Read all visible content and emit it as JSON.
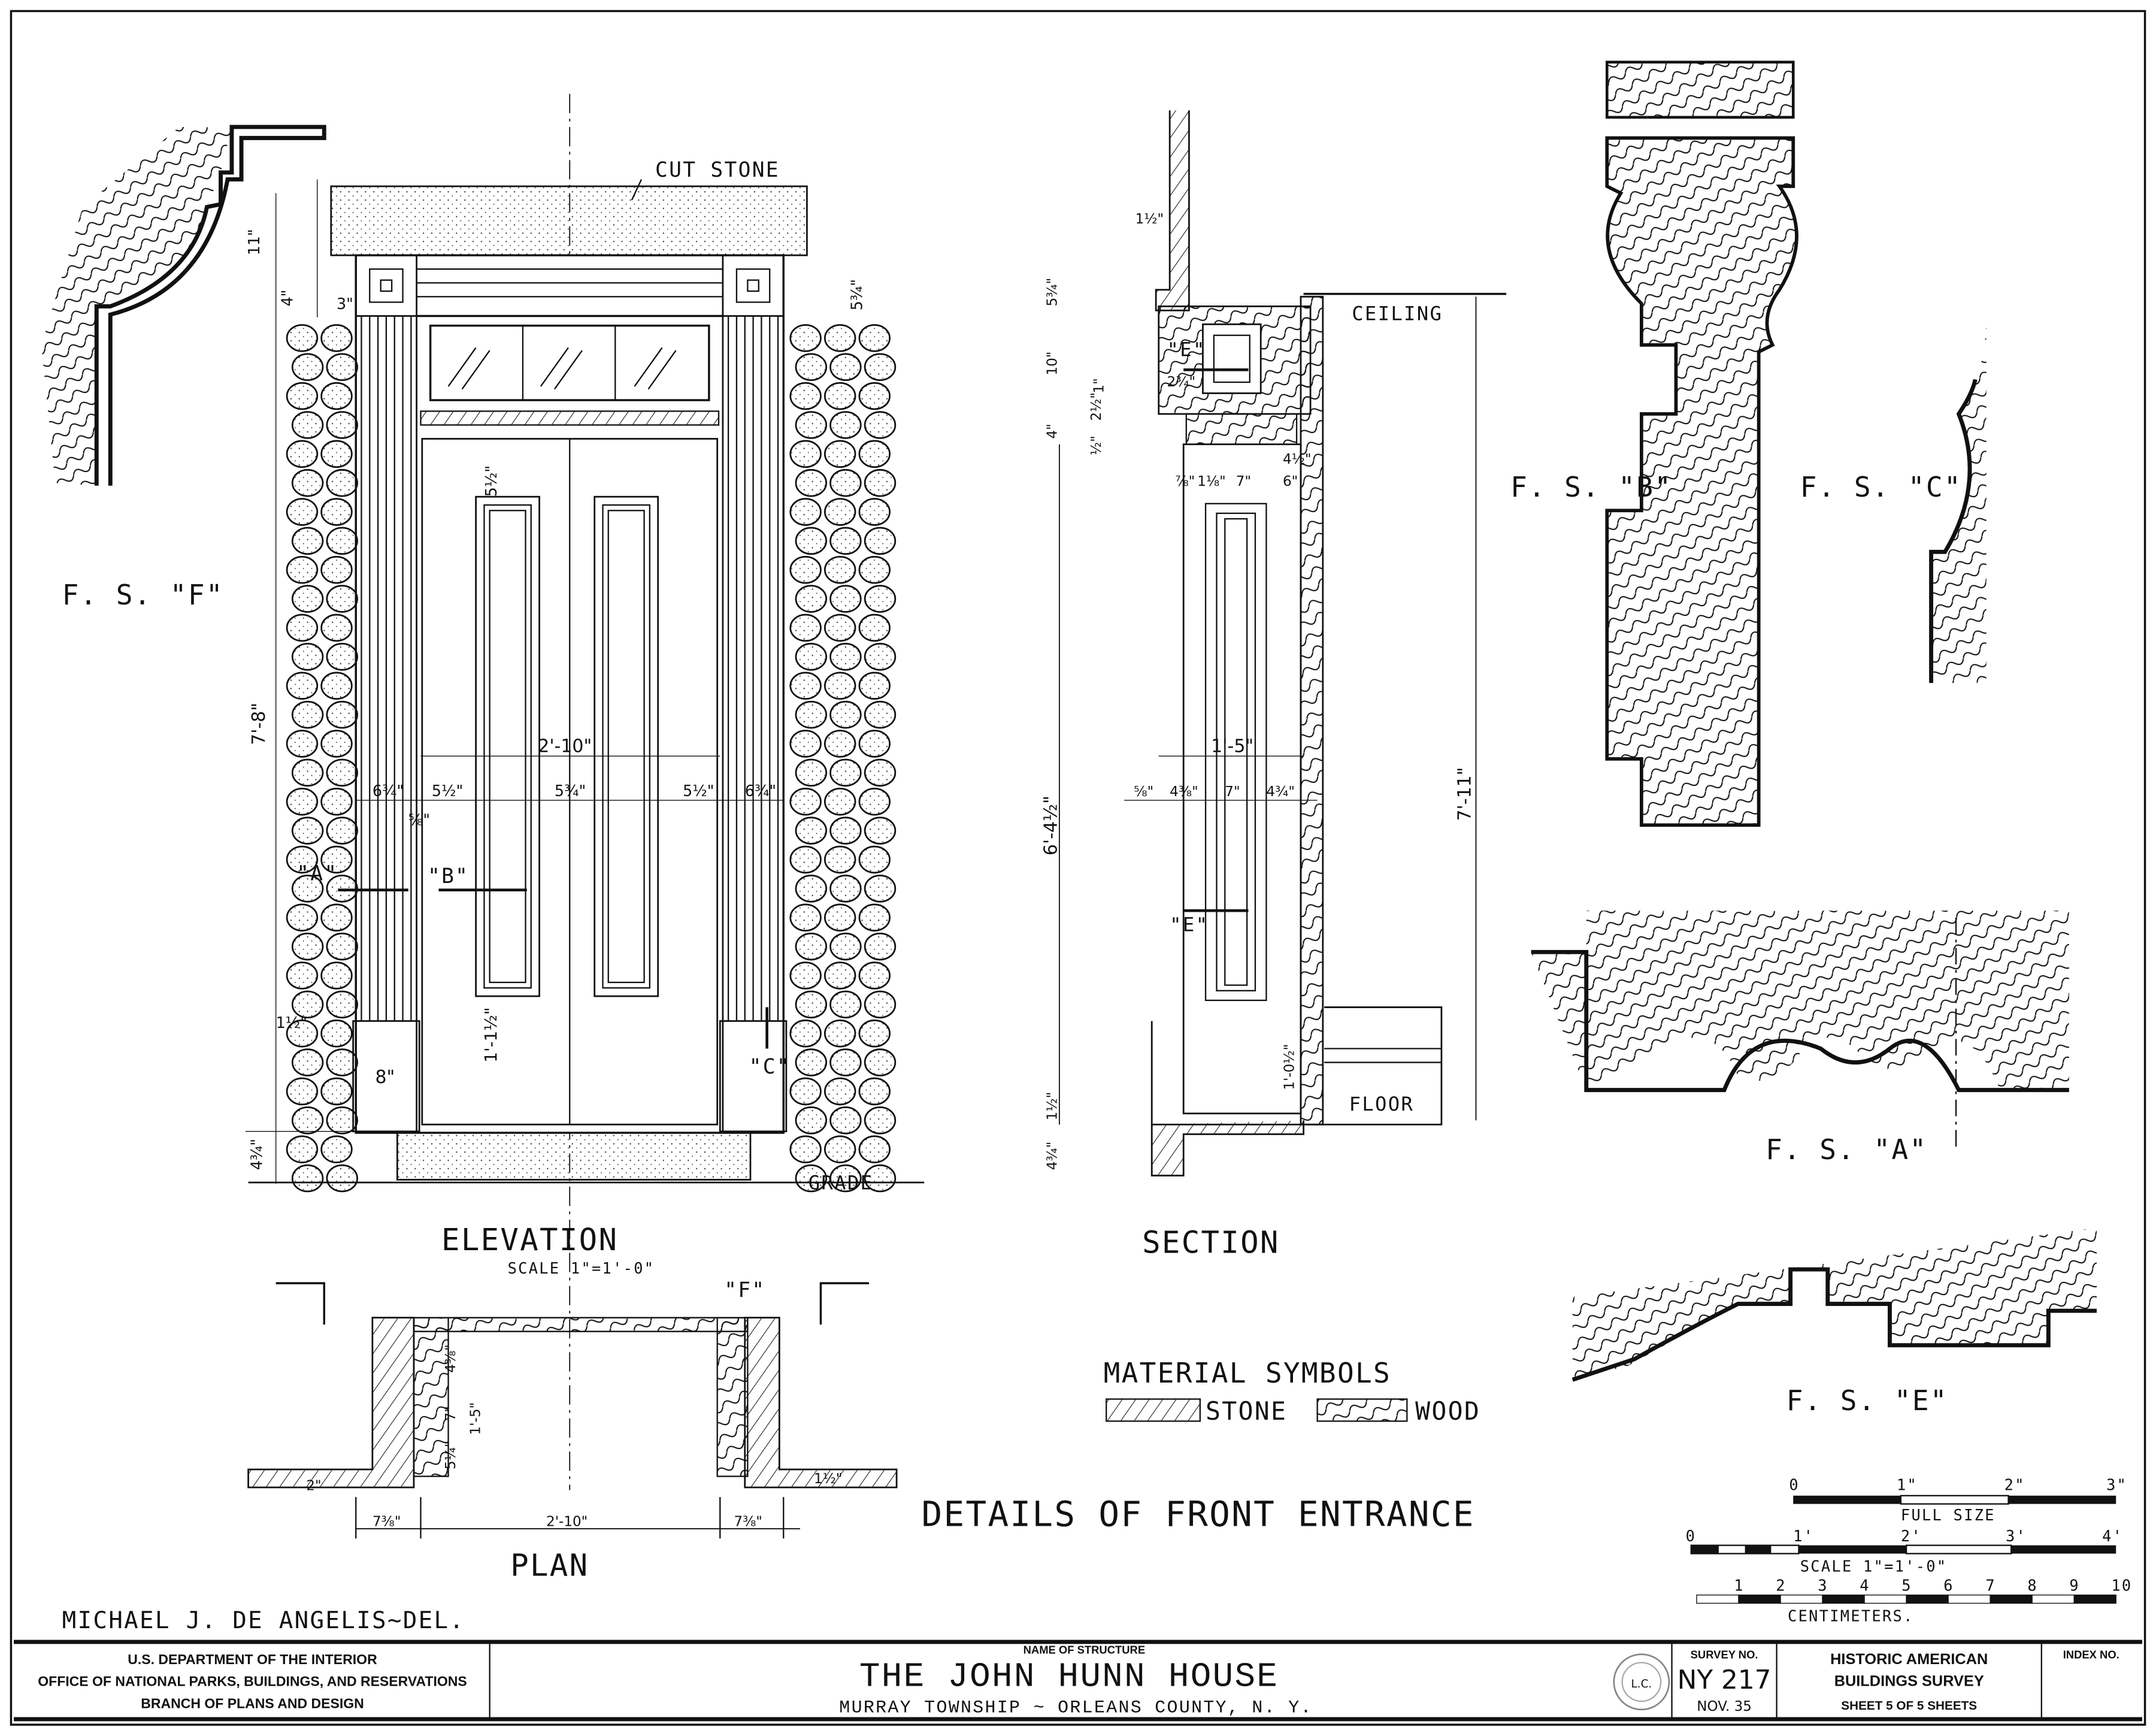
{
  "drawing": {
    "title": "DETAILS OF FRONT ENTRANCE",
    "delineator": "MICHAEL J. DE ANGELIS~DEL.",
    "views": {
      "elevation": {
        "label": "ELEVATION",
        "scale": "SCALE 1\"=1'-0\"",
        "cut_stone": "CUT STONE",
        "grade": "GRADE"
      },
      "section": {
        "label": "SECTION",
        "ceiling": "CEILING",
        "floor": "FLOOR"
      },
      "plan": {
        "label": "PLAN"
      }
    },
    "details": [
      "F. S. \"F\"",
      "F. S. \"B\"",
      "F. S. \"C\"",
      "F. S. \"A\"",
      "F. S. \"E\""
    ],
    "section_marks": [
      "\"A\"",
      "\"B\"",
      "\"C\"",
      "\"E\"",
      "\"E\"",
      "\"F\""
    ],
    "dimensions": {
      "elevation": [
        "11\"",
        "4\"",
        "3\"",
        "5¾\"",
        "7'-8\"",
        "2'-10\"",
        "6¾\"",
        "5½\"",
        "5¾\"",
        "5½\"",
        "6¾\"",
        "5½\"",
        "1½\"",
        "8\"",
        "1'-1½\"",
        "4¾\"",
        "⅝\""
      ],
      "section": [
        "1½\"",
        "5¾\"",
        "10\"",
        "2¾\"",
        "4\"",
        "2½\"",
        "1\"",
        "½\"",
        "⅞\"",
        "1⅛\"",
        "7\"",
        "4½\"",
        "6\"",
        "6'-4½\"",
        "7'-11\"",
        "1'-5\"",
        "⅝\"",
        "4⅜\"",
        "7\"",
        "4¾\"",
        "1'-0½\"",
        "1½\"",
        "4¾\""
      ],
      "plan": [
        "4⅜\"",
        "7\"",
        "1'-5\"",
        "5¼\"",
        "2\"",
        "1½\"",
        "7⅜\"",
        "2'-10\"",
        "7⅜\""
      ]
    },
    "material_symbols": {
      "title": "MATERIAL SYMBOLS",
      "items": [
        "STONE",
        "WOOD"
      ]
    },
    "scales": {
      "full_size": {
        "ticks": [
          "0",
          "1\"",
          "2\"",
          "3\""
        ],
        "label": "FULL SIZE"
      },
      "feet": {
        "ticks": [
          "0",
          "1'",
          "2'",
          "3'",
          "4'"
        ],
        "label": "SCALE 1\"=1'-0\""
      },
      "centimeters": {
        "ticks": [
          "1",
          "2",
          "3",
          "4",
          "5",
          "6",
          "7",
          "8",
          "9",
          "10"
        ],
        "label": "CENTIMETERS."
      }
    }
  },
  "title_block": {
    "agency": [
      "U.S. DEPARTMENT OF THE INTERIOR",
      "OFFICE OF NATIONAL PARKS, BUILDINGS, AND RESERVATIONS",
      "BRANCH OF PLANS AND DESIGN"
    ],
    "name_label": "NAME OF STRUCTURE",
    "structure_name": "THE JOHN HUNN HOUSE",
    "location": "MURRAY TOWNSHIP ~ ORLEANS COUNTY, N. Y.",
    "survey_label": "SURVEY NO.",
    "survey_no": "NY 217",
    "date": "NOV. 35",
    "program": [
      "HISTORIC AMERICAN",
      "BUILDINGS SURVEY"
    ],
    "sheet": "SHEET 5 OF 5 SHEETS",
    "index_label": "INDEX NO.",
    "seal": "L.C."
  }
}
